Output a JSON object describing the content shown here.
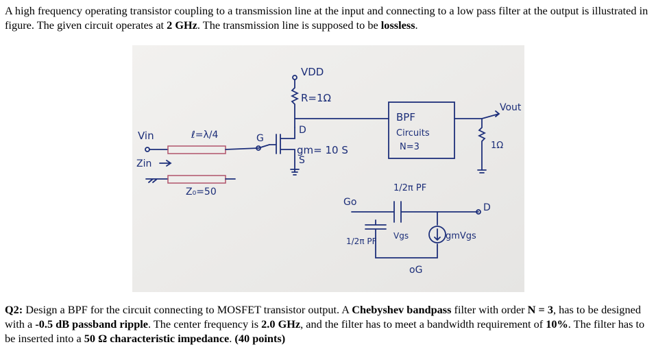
{
  "intro": {
    "t1": "A high frequency operating transistor coupling to a transmission line at the input and connecting to a low pass filter at the output is illustrated in figure. The given circuit operates at ",
    "b1": "2 GHz",
    "t2": ". The transmission line is supposed to be ",
    "b2": "lossless",
    "t3": "."
  },
  "figure": {
    "vdd": "VDD",
    "r": "R=1Ω",
    "vin": "Vin",
    "length": "ℓ=λ/4",
    "zin": "Zin",
    "z0": "Z₀=50",
    "g": "G",
    "d": "D",
    "s": "S",
    "gm": "gm= 10 S",
    "bpf": "BPF",
    "circuits": "Circuits",
    "order": "N=3",
    "vout": "Vout",
    "rload": "1Ω",
    "cap_top": "1/2π PF",
    "go": "Go",
    "cap_left": "1/2π PF",
    "vgs": "Vgs",
    "gmvgs": "gmVgs",
    "d2": "D",
    "og": "oG"
  },
  "question": {
    "b1": "Q2:",
    "t1": " Design a BPF for the circuit connecting to MOSFET transistor output. A ",
    "b2": "Chebyshev bandpass",
    "t2": " filter with order ",
    "b3": "N = 3",
    "t3": ", has to be designed with a ",
    "b4": "-0.5 dB passband ripple",
    "t4": ". The center frequency is ",
    "b5": "2.0 GHz",
    "t5": ", and the filter has to meet a bandwidth requirement of ",
    "b6": "10%",
    "t6": ". The filter has to be inserted into a ",
    "b7": "50 Ω characteristic impedance",
    "t7": ". ",
    "b8": "(40 points)"
  }
}
